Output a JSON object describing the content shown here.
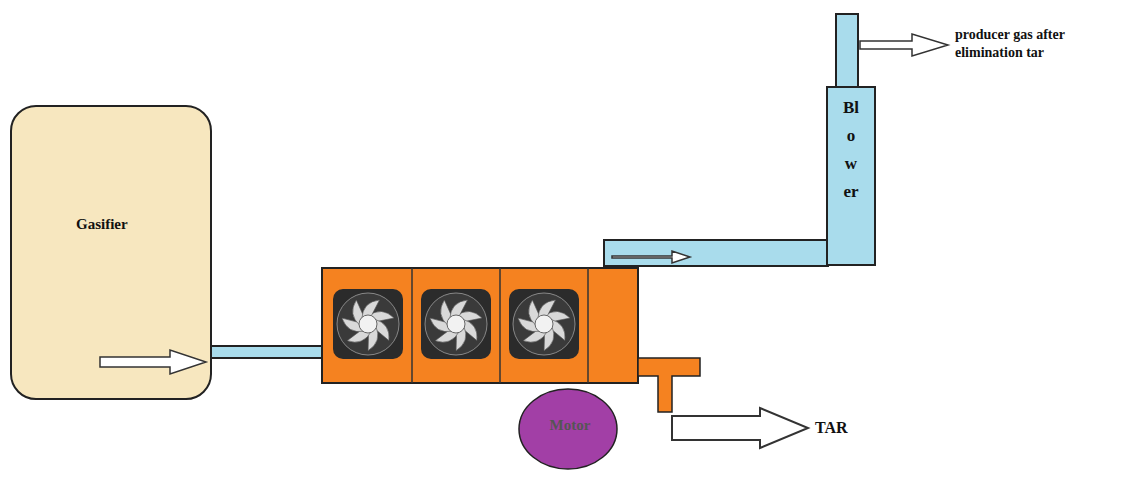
{
  "diagram": {
    "nodes": [
      {
        "text": [
          "Gasifier"
        ]
      },
      {
        "text": [
          "Motor"
        ]
      },
      {
        "text": [
          "Blower"
        ]
      }
    ],
    "labels": [
      "TAR",
      "producer gas after elimination tar"
    ]
  }
}
